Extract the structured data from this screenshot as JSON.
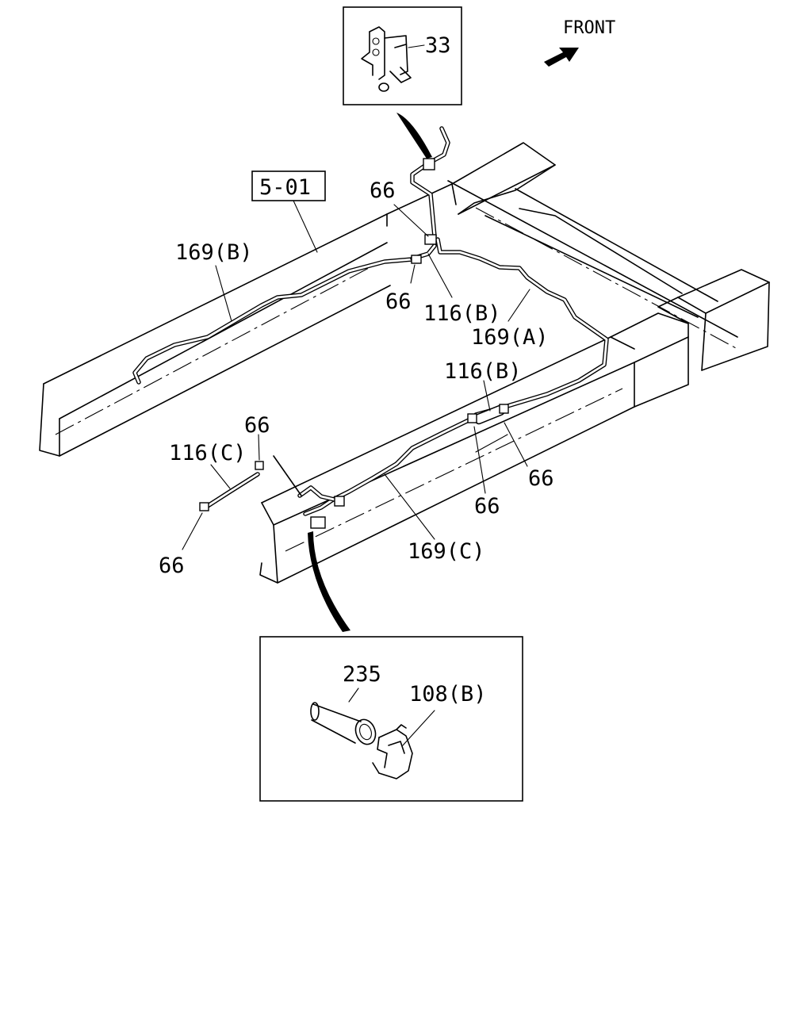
{
  "diagram": {
    "front_label": "FRONT",
    "front_arrow_icon": "arrow-right-icon",
    "ref_box_label": "5-01",
    "callouts": {
      "c33": "33",
      "c169b": "169(B)",
      "c66_top": "66",
      "c66_mid": "66",
      "c116b_top": "116(B)",
      "c169a": "169(A)",
      "c116b_right": "116(B)",
      "c66_r1": "66",
      "c66_r2": "66",
      "c66_left_top": "66",
      "c116c": "116(C)",
      "c66_left_bottom": "66",
      "c169c": "169(C)",
      "c235": "235",
      "c108b": "108(B)"
    }
  }
}
